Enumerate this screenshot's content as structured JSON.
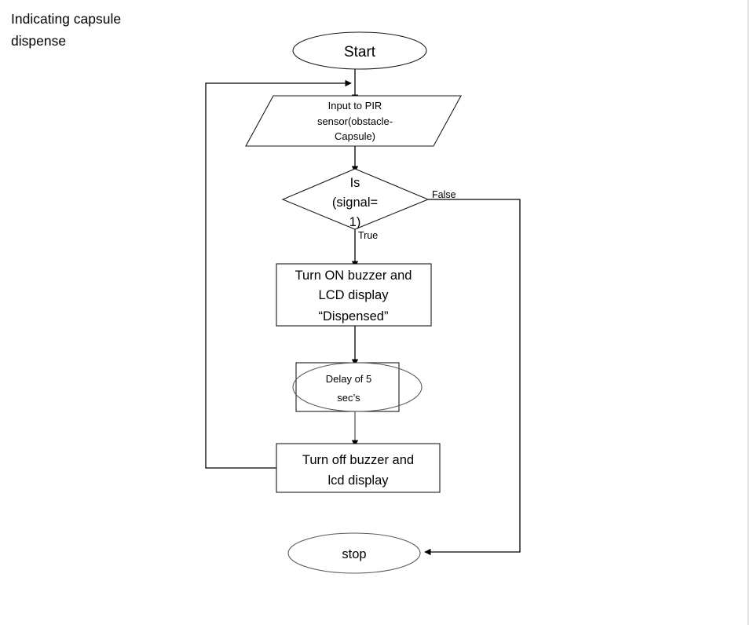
{
  "page": {
    "title": "Indicating capsule\ndispense",
    "background_color": "#ffffff",
    "border_color": "#bfbfbf"
  },
  "flowchart": {
    "type": "flowchart",
    "nodes": [
      {
        "id": "start",
        "shape": "terminator-ellipse",
        "label": "Start"
      },
      {
        "id": "input-pir",
        "shape": "parallelogram-input",
        "label": "Input to PIR\nsensor(obstacle-\nCapsule)",
        "line1": "Input to PIR",
        "line2": "sensor(obstacle-",
        "line3": "Capsule)"
      },
      {
        "id": "decision-signal",
        "shape": "diamond-decision",
        "label": "Is\n(signal=\n1)",
        "line1": "Is",
        "line2": "(signal=",
        "line3": "1)"
      },
      {
        "id": "turn-on",
        "shape": "process-rectangle",
        "label": "Turn ON buzzer and\nLCD display\n“Dispensed”",
        "line1": "Turn ON buzzer and",
        "line2": "LCD display",
        "line3": "“Dispensed”"
      },
      {
        "id": "delay",
        "shape": "delay",
        "label": "Delay of 5\nsec’s",
        "line1": "Delay of 5",
        "line2": "sec’s"
      },
      {
        "id": "turn-off",
        "shape": "process-rectangle",
        "label": "Turn off buzzer and\nlcd display",
        "line1": "Turn off buzzer and",
        "line2": "lcd display"
      },
      {
        "id": "stop",
        "shape": "terminator-ellipse",
        "label": "stop"
      }
    ],
    "edge_labels": {
      "decision_false": "False",
      "decision_true": "True"
    },
    "edges": [
      {
        "from": "start",
        "to": "input-pir",
        "label": ""
      },
      {
        "from": "input-pir",
        "to": "decision-signal",
        "label": ""
      },
      {
        "from": "decision-signal",
        "to": "turn-on",
        "label": "True"
      },
      {
        "from": "decision-signal",
        "to": "stop",
        "label": "False"
      },
      {
        "from": "turn-on",
        "to": "delay",
        "label": ""
      },
      {
        "from": "delay",
        "to": "turn-off",
        "label": ""
      },
      {
        "from": "turn-off",
        "to": "input-pir",
        "label": ""
      }
    ]
  }
}
